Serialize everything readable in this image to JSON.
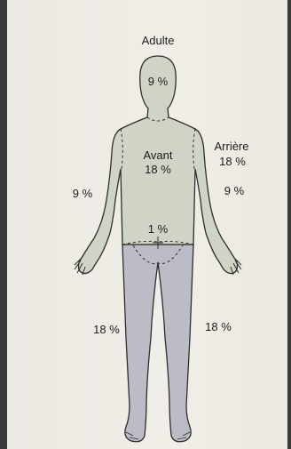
{
  "diagram": {
    "title": "Adulte",
    "front_label": "Avant",
    "back_label": "Arrière",
    "regions": {
      "head": "9 %",
      "trunk_front": "18 %",
      "trunk_back": "18 %",
      "arm_right": "9 %",
      "arm_left": "9 %",
      "genitals": "1 %",
      "leg_right": "18 %",
      "leg_left": "18 %"
    }
  },
  "colors": {
    "body_fill": "#cfd3c6",
    "leg_fill": "#bdbdc6",
    "outline": "#2e2e2e",
    "background": "#efece6"
  }
}
